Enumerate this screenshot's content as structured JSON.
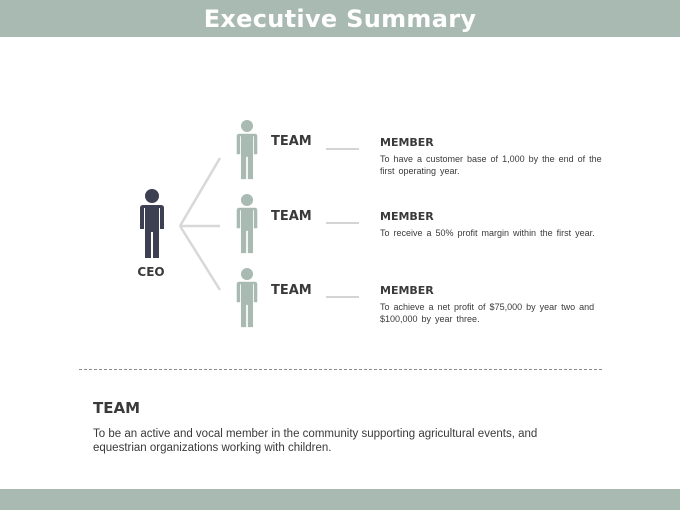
{
  "header": {
    "title": "Executive Summary",
    "color": "#a9bab3"
  },
  "diagram": {
    "ceo": {
      "label": "CEO",
      "icon": "person-icon",
      "color": "#3d3f52"
    },
    "branch_color": "#a9bab3",
    "teams": [
      {
        "label": "TEAM",
        "member_title": "MEMBER",
        "member_text": "To have a customer  base of 1,000 by the end of the first operating year."
      },
      {
        "label": "TEAM",
        "member_title": "MEMBER",
        "member_text": "To receive a 50% profit margin within the first year."
      },
      {
        "label": "TEAM",
        "member_title": "MEMBER",
        "member_text": "To achieve a net profit of $75,000 by year two and $100,000 by year three."
      }
    ]
  },
  "summary": {
    "title": "TEAM",
    "body": "To be an active and vocal member in the community supporting agricultural events, and equestrian organizations working with children."
  }
}
